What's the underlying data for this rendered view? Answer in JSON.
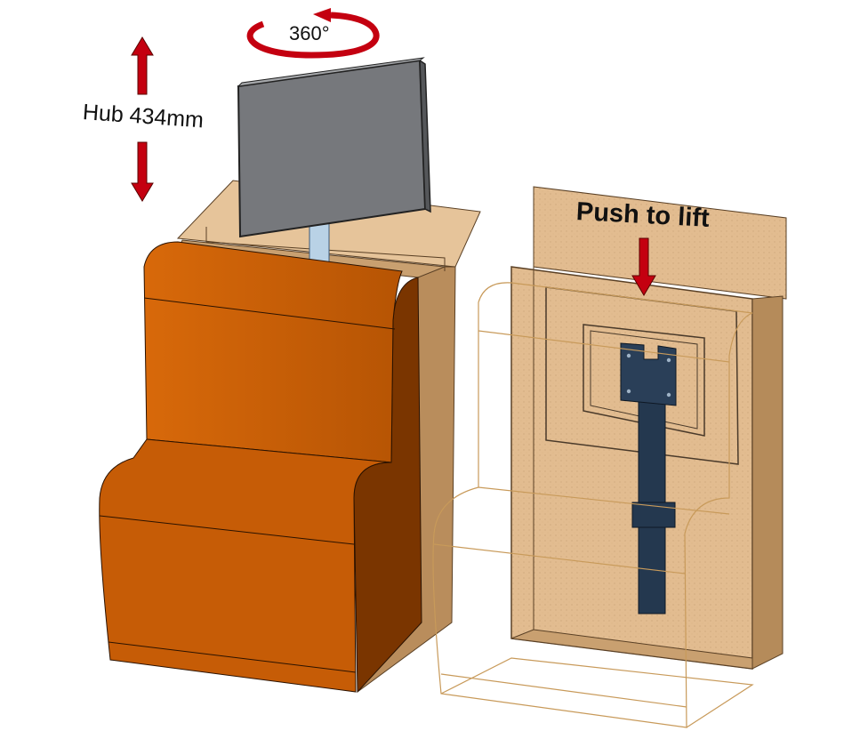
{
  "labels": {
    "stroke": "Hub 434mm",
    "rotation": "360°",
    "push": "Push to lift"
  },
  "colors": {
    "arrow_red": "#c40010",
    "cushion_orange": "#c15a06",
    "cushion_dark": "#7a3500",
    "wood": "#e0b98c",
    "wood_dark": "#b58b5a",
    "monitor_gray": "#76787c",
    "bracket_blue": "#24384f",
    "pole_blue": "#b9d2e6",
    "outline_tan": "#c89a5a"
  },
  "icons": {
    "stroke": "double-vertical-arrow-icon",
    "rotation": "circular-rotation-arrow-icon",
    "push": "down-arrow-icon"
  }
}
